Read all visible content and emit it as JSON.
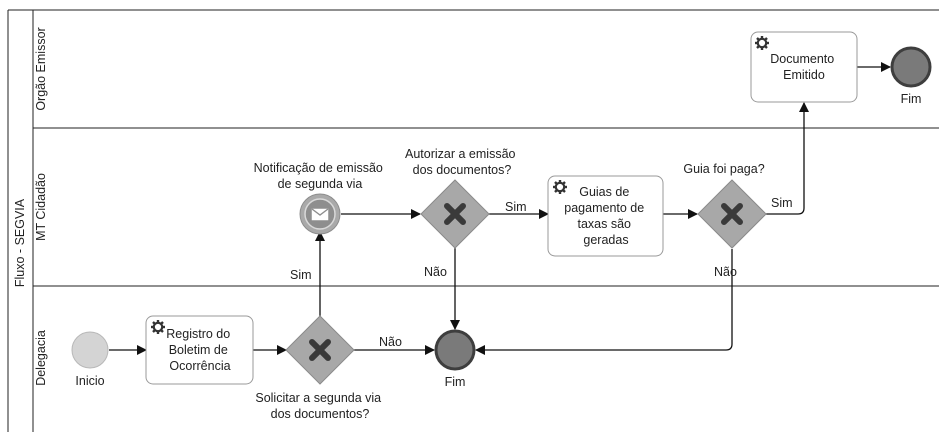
{
  "pool": {
    "title": "Fluxo - SEGVIA"
  },
  "lanes": [
    "Orgão Emissor",
    "MT Cidadão",
    "Delegacia"
  ],
  "events": {
    "start": "Inicio",
    "end_delegacia": "Fim",
    "end_emissor": "Fim"
  },
  "tasks": {
    "registro": [
      "Registro do",
      "Boletim de",
      "Ocorrência"
    ],
    "guias": [
      "Guias de",
      "pagamento de",
      "taxas são",
      "geradas"
    ],
    "documento": [
      "Documento",
      "Emitido"
    ]
  },
  "intermediate": {
    "notificacao": [
      "Notificação de emissão",
      "de segunda via"
    ]
  },
  "gateways": {
    "solicitar": [
      "Solicitar a segunda via",
      "dos documentos?"
    ],
    "autorizar": [
      "Autorizar a emissão",
      "dos documentos?"
    ],
    "guia_paga": [
      "Guia foi paga?"
    ]
  },
  "flow_labels": {
    "solicitar_sim": "Sim",
    "solicitar_nao": "Não",
    "autorizar_sim": "Sim",
    "autorizar_nao": "Não",
    "guia_sim": "Sim",
    "guia_nao": "Não"
  },
  "icons": [
    "gear-icon",
    "envelope-icon",
    "x-cross-icon"
  ]
}
